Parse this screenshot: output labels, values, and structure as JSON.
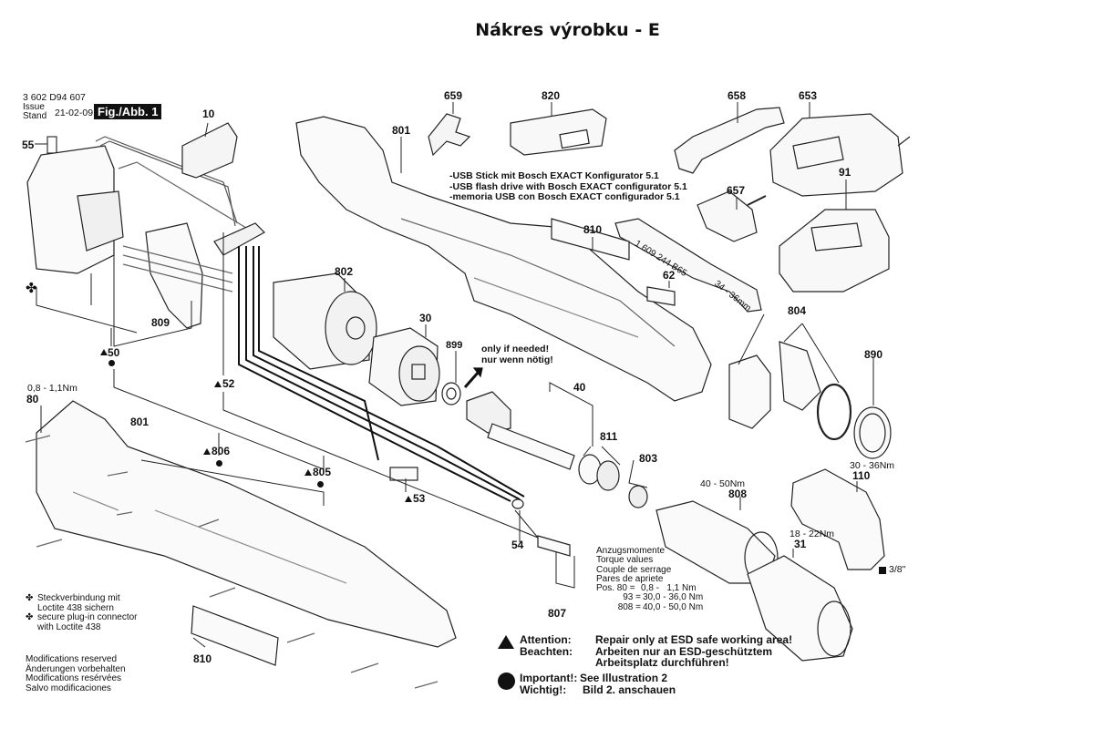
{
  "page_title": "Nákres výrobku - E",
  "header": {
    "document_number": "3 602 D94 607",
    "issue_label": "Issue",
    "stand_label": "Stand",
    "issue_date": "21-02-09",
    "figure_label": "Fig./Abb. 1"
  },
  "parts": [
    {
      "id": "10",
      "label": "10"
    },
    {
      "id": "55",
      "label": "55"
    },
    {
      "id": "659",
      "label": "659"
    },
    {
      "id": "820",
      "label": "820"
    },
    {
      "id": "801-top",
      "label": "801"
    },
    {
      "id": "658",
      "label": "658"
    },
    {
      "id": "653",
      "label": "653"
    },
    {
      "id": "657",
      "label": "657"
    },
    {
      "id": "91",
      "label": "91"
    },
    {
      "id": "810-top",
      "label": "810"
    },
    {
      "id": "62",
      "label": "62"
    },
    {
      "id": "802",
      "label": "802"
    },
    {
      "id": "30",
      "label": "30"
    },
    {
      "id": "899",
      "label": "899"
    },
    {
      "id": "809",
      "label": "809"
    },
    {
      "id": "50",
      "label": "50"
    },
    {
      "id": "52",
      "label": "52"
    },
    {
      "id": "804",
      "label": "804"
    },
    {
      "id": "890",
      "label": "890"
    },
    {
      "id": "40",
      "label": "40"
    },
    {
      "id": "811",
      "label": "811"
    },
    {
      "id": "803",
      "label": "803"
    },
    {
      "id": "80",
      "label": "80"
    },
    {
      "id": "801-bottom",
      "label": "801"
    },
    {
      "id": "806",
      "label": "806"
    },
    {
      "id": "805",
      "label": "805"
    },
    {
      "id": "53",
      "label": "53"
    },
    {
      "id": "54",
      "label": "54"
    },
    {
      "id": "808",
      "label": "808"
    },
    {
      "id": "110",
      "label": "110"
    },
    {
      "id": "31",
      "label": "31"
    },
    {
      "id": "807",
      "label": "807"
    },
    {
      "id": "810-bottom",
      "label": "810"
    }
  ],
  "torque_callouts": {
    "pos80": "0,8 - 1,1Nm",
    "pos808": "40 - 50Nm",
    "pos110": "30 - 36Nm",
    "pos31": "18 - 22Nm",
    "drive_size": "3/8\""
  },
  "wrench_text": {
    "part_number": "1 609 244 B65",
    "size": "34 - 36mm"
  },
  "usb_note": [
    "-USB Stick mit Bosch EXACT Konfigurator 5.1",
    "-USB flash drive with Bosch EXACT configurator 5.1",
    "-memoria USB con Bosch EXACT configurador 5.1"
  ],
  "only_if_needed": [
    "only if needed!",
    "nur wenn nötig!"
  ],
  "torque_table": {
    "headings": [
      "Anzugsmomente",
      "Torque values",
      "Couple de serrage",
      "Pares de apriete"
    ],
    "rows": [
      {
        "pos": "Pos. 80 =",
        "value": "0,8 -   1,1 Nm"
      },
      {
        "pos": "93 =",
        "value": "30,0 - 36,0 Nm"
      },
      {
        "pos": "808 =",
        "value": "40,0 - 50,0 Nm"
      }
    ]
  },
  "loctite_notes": [
    {
      "symbol": "✤",
      "lines": [
        "Steckverbindung mit",
        "Loctite 438 sichern"
      ]
    },
    {
      "symbol": "✤",
      "lines": [
        "secure plug-in connector",
        "with Loctite 438"
      ]
    }
  ],
  "modifications": [
    "Modifications reserved",
    "Änderungen vorbehalten",
    "Modifications resérvées",
    "Salvo modificaciones"
  ],
  "warnings": {
    "attention_label": "Attention:",
    "attention_text": "Repair only at ESD safe working area!",
    "beachten_label": "Beachten:",
    "beachten_text_1": "Arbeiten nur an ESD-geschütztem",
    "beachten_text_2": "Arbeitsplatz durchführen!",
    "important_label": "Important!:",
    "important_text": "See Illustration 2",
    "wichtig_label": "Wichtig!:",
    "wichtig_text": "Bild 2. anschauen"
  },
  "clover_symbol": "✤"
}
